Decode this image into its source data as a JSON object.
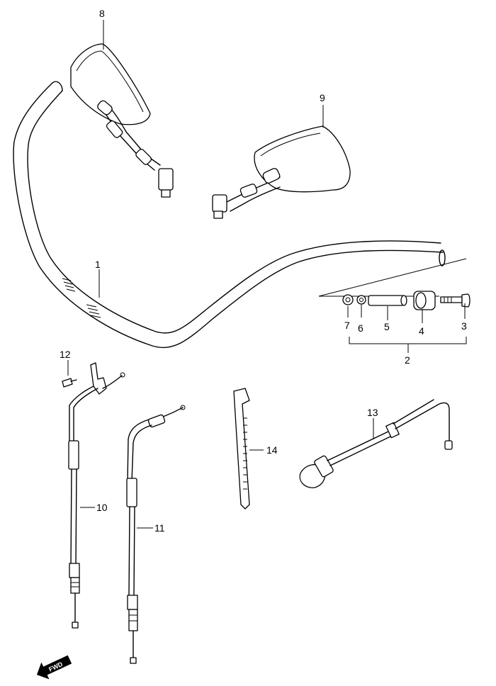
{
  "parts": [
    {
      "number": "1"
    },
    {
      "number": "2"
    },
    {
      "number": "3"
    },
    {
      "number": "4"
    },
    {
      "number": "5"
    },
    {
      "number": "6"
    },
    {
      "number": "7"
    },
    {
      "number": "8"
    },
    {
      "number": "9"
    },
    {
      "number": "10"
    },
    {
      "number": "11"
    },
    {
      "number": "12"
    },
    {
      "number": "13"
    },
    {
      "number": "14"
    }
  ],
  "fwd_label": "FWD"
}
